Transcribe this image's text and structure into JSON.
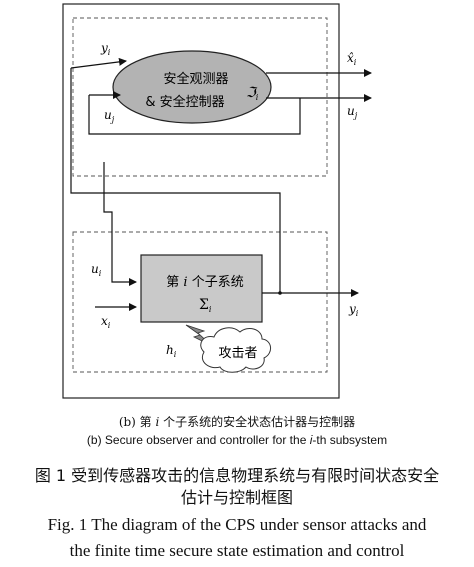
{
  "diagram": {
    "observer": {
      "label_line1": "安全观测器",
      "label_line2": "& 安全控制器",
      "symbol": "ℑ",
      "symbol_sub": "i",
      "input_y": "y",
      "input_y_sub": "i",
      "input_u": "u",
      "input_u_sub": "j",
      "output_xhat": "x̂",
      "output_xhat_sub": "i",
      "output_u": "u",
      "output_u_sub": "j"
    },
    "subsystem": {
      "label_pre": "第 ",
      "label_i": "i",
      "label_post": " 个子系统",
      "symbol": "Σ",
      "symbol_sub": "i",
      "input_u": "u",
      "input_u_sub": "i",
      "input_x": "x",
      "input_x_sub": "i",
      "output_y": "y",
      "output_y_sub": "i"
    },
    "attack": {
      "h": "h",
      "h_sub": "i",
      "cloud_label": "攻击者"
    }
  },
  "captions": {
    "b_zh_pre": "(b) 第 ",
    "b_zh_i": "i",
    "b_zh_post": " 个子系统的安全状态估计器与控制器",
    "b_en_pre": "(b) Secure observer and controller for the ",
    "b_en_i": "i",
    "b_en_post": "-th subsystem",
    "fig_zh_line1": "图 1   受到传感器攻击的信息物理系统与有限时间状态安全",
    "fig_zh_line2": "估计与控制框图",
    "fig_en_line1": "Fig. 1   The diagram of the CPS under sensor attacks and",
    "fig_en_line2": "the finite time secure state estimation and control"
  }
}
